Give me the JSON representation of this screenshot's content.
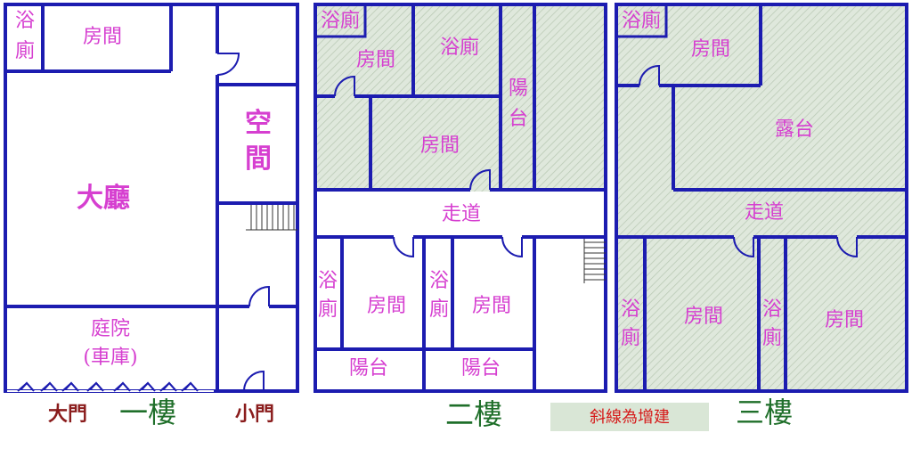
{
  "floor1": {
    "bath": "浴廁",
    "room": "房間",
    "space_line1": "空",
    "space_line2": "間",
    "hall": "大廳",
    "yard_line1": "庭院",
    "yard_line2": "(車庫)",
    "main_door": "大門",
    "title": "一樓",
    "side_door": "小門"
  },
  "floor2": {
    "bath_top": "浴廁",
    "room_tl": "房間",
    "bath_tm": "浴廁",
    "balcony_right_1": "陽",
    "balcony_right_2": "台",
    "room_mid": "房間",
    "corridor": "走道",
    "bath_bl_1": "浴",
    "bath_bl_2": "廁",
    "room_bl": "房間",
    "bath_bm_1": "浴",
    "bath_bm_2": "廁",
    "room_bm": "房間",
    "balcony_bl": "陽台",
    "balcony_bm": "陽台",
    "title": "二樓"
  },
  "floor3": {
    "bath_top": "浴廁",
    "room_top": "房間",
    "terrace": "露台",
    "corridor": "走道",
    "bath_bl_1": "浴",
    "bath_bl_2": "廁",
    "room_bl": "房間",
    "bath_bm_1": "浴",
    "bath_bm_2": "廁",
    "room_br": "房間",
    "title": "三樓"
  },
  "legend": {
    "text": "斜線為增建",
    "color": "#d9e6d6"
  }
}
